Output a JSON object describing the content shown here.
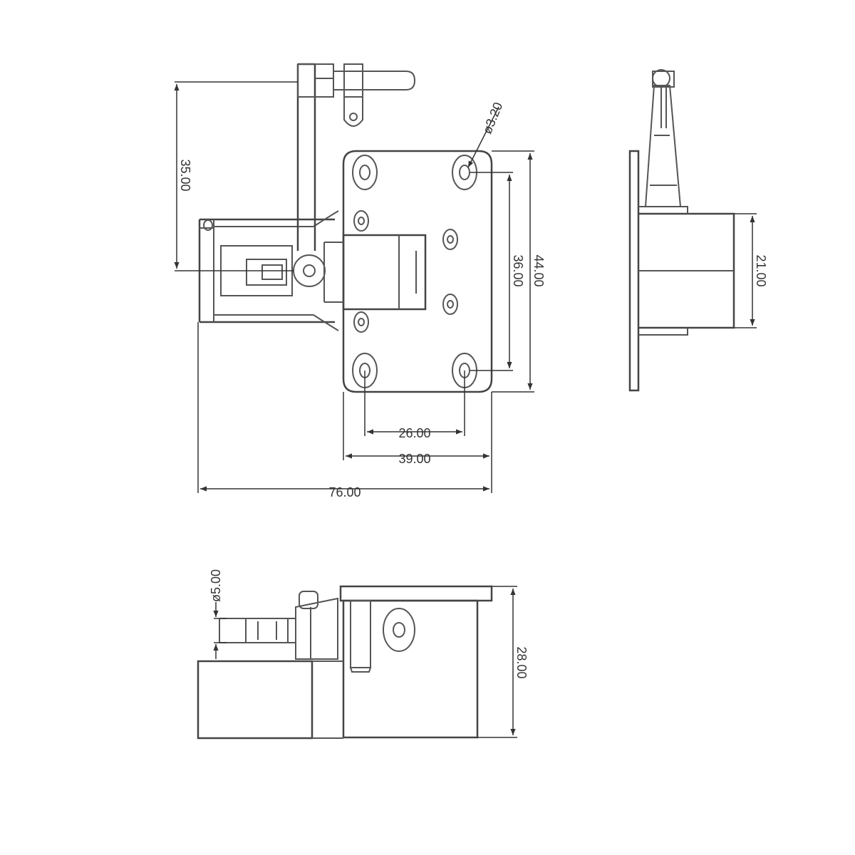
{
  "colors": {
    "line": "#555555",
    "dimension": "#333333",
    "background": "#ffffff"
  },
  "dimensions": {
    "height_35": "35.00",
    "hole_diameter": "ø3.20",
    "pitch_36": "36.00",
    "height_44": "44.00",
    "pitch_26": "26.00",
    "width_39": "39.00",
    "overall_76": "76.00",
    "side_21": "21.00",
    "shaft_diameter": "ø5.00",
    "height_28": "28.00"
  }
}
